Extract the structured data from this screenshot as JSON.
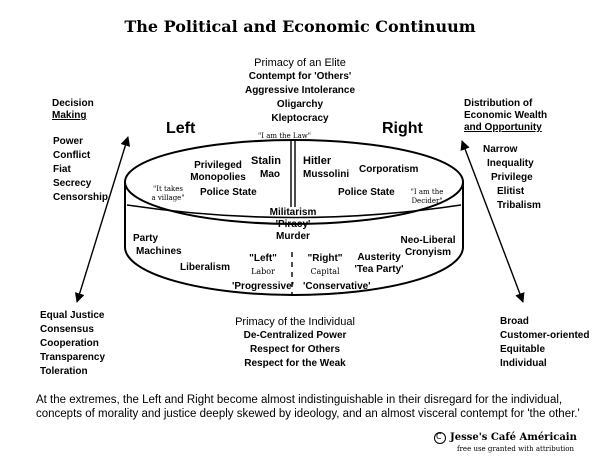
{
  "title": "The Political and Economic Continuum",
  "top": {
    "heading": "Primacy of an Elite",
    "items": [
      "Contempt for 'Others'",
      "Aggressive Intolerance",
      "Oligarchy",
      "Kleptocracy"
    ]
  },
  "left_axis": {
    "heading_line1": "Decision",
    "heading_line2": "Making",
    "top_items": [
      "Power",
      "Conflict",
      "Fiat",
      "Secrecy",
      "Censorship"
    ],
    "bottom_items": [
      "Equal Justice",
      "Consensus",
      "Cooperation",
      "Transparency",
      "Toleration"
    ]
  },
  "right_axis": {
    "heading_line1": "Distribution of",
    "heading_line2": "Economic Wealth",
    "heading_line3": "and Opportunity",
    "top_items": [
      "Narrow",
      "Inequality",
      "Privilege",
      "Elitist",
      "Tribalism"
    ],
    "bottom_items": [
      "Broad",
      "Customer-oriented",
      "Equitable",
      "Individual"
    ]
  },
  "ring": {
    "left_label": "Left",
    "right_label": "Right",
    "law_quote": "\"I am the Law\"",
    "privileged_monopolies_1": "Privileged",
    "privileged_monopolies_2": "Monopolies",
    "stalin": "Stalin",
    "mao": "Mao",
    "hitler": "Hitler",
    "mussolini": "Mussolini",
    "corporatism": "Corporatism",
    "village_quote_1": "\"It takes",
    "village_quote_2": "a village\"",
    "police_state_left": "Police State",
    "police_state_right": "Police State",
    "decider_quote_1": "\"I am the",
    "decider_quote_2": "Decider\"",
    "militarism": "Militarism",
    "piracy": "'Piracy'",
    "murder": "Murder",
    "party_1": "Party",
    "party_2": "Machines",
    "neo_liberal_1": "Neo-Liberal",
    "neo_liberal_2": "Cronyism",
    "liberalism": "Liberalism",
    "left_q": "\"Left\"",
    "labor": "Labor",
    "right_q": "\"Right\"",
    "capital": "Capital",
    "austerity": "Austerity",
    "tea_party": "'Tea Party'",
    "progressive": "'Progressive'",
    "conservative": "'Conservative'"
  },
  "bottom": {
    "heading": "Primacy of the Individual",
    "items": [
      "De-Centralized Power",
      "Respect for Others",
      "Respect for the Weak"
    ]
  },
  "footer": {
    "line1": "At the extremes, the Left and Right become almost indistinguishable in their disregard for the individual,",
    "line2": "concepts of morality and justice deeply skewed by ideology, and an almost visceral contempt for 'the other.'",
    "credit": "Jesse's Café Américain",
    "credit_sub": "free use granted with attribution",
    "copyright_symbol": "C"
  }
}
